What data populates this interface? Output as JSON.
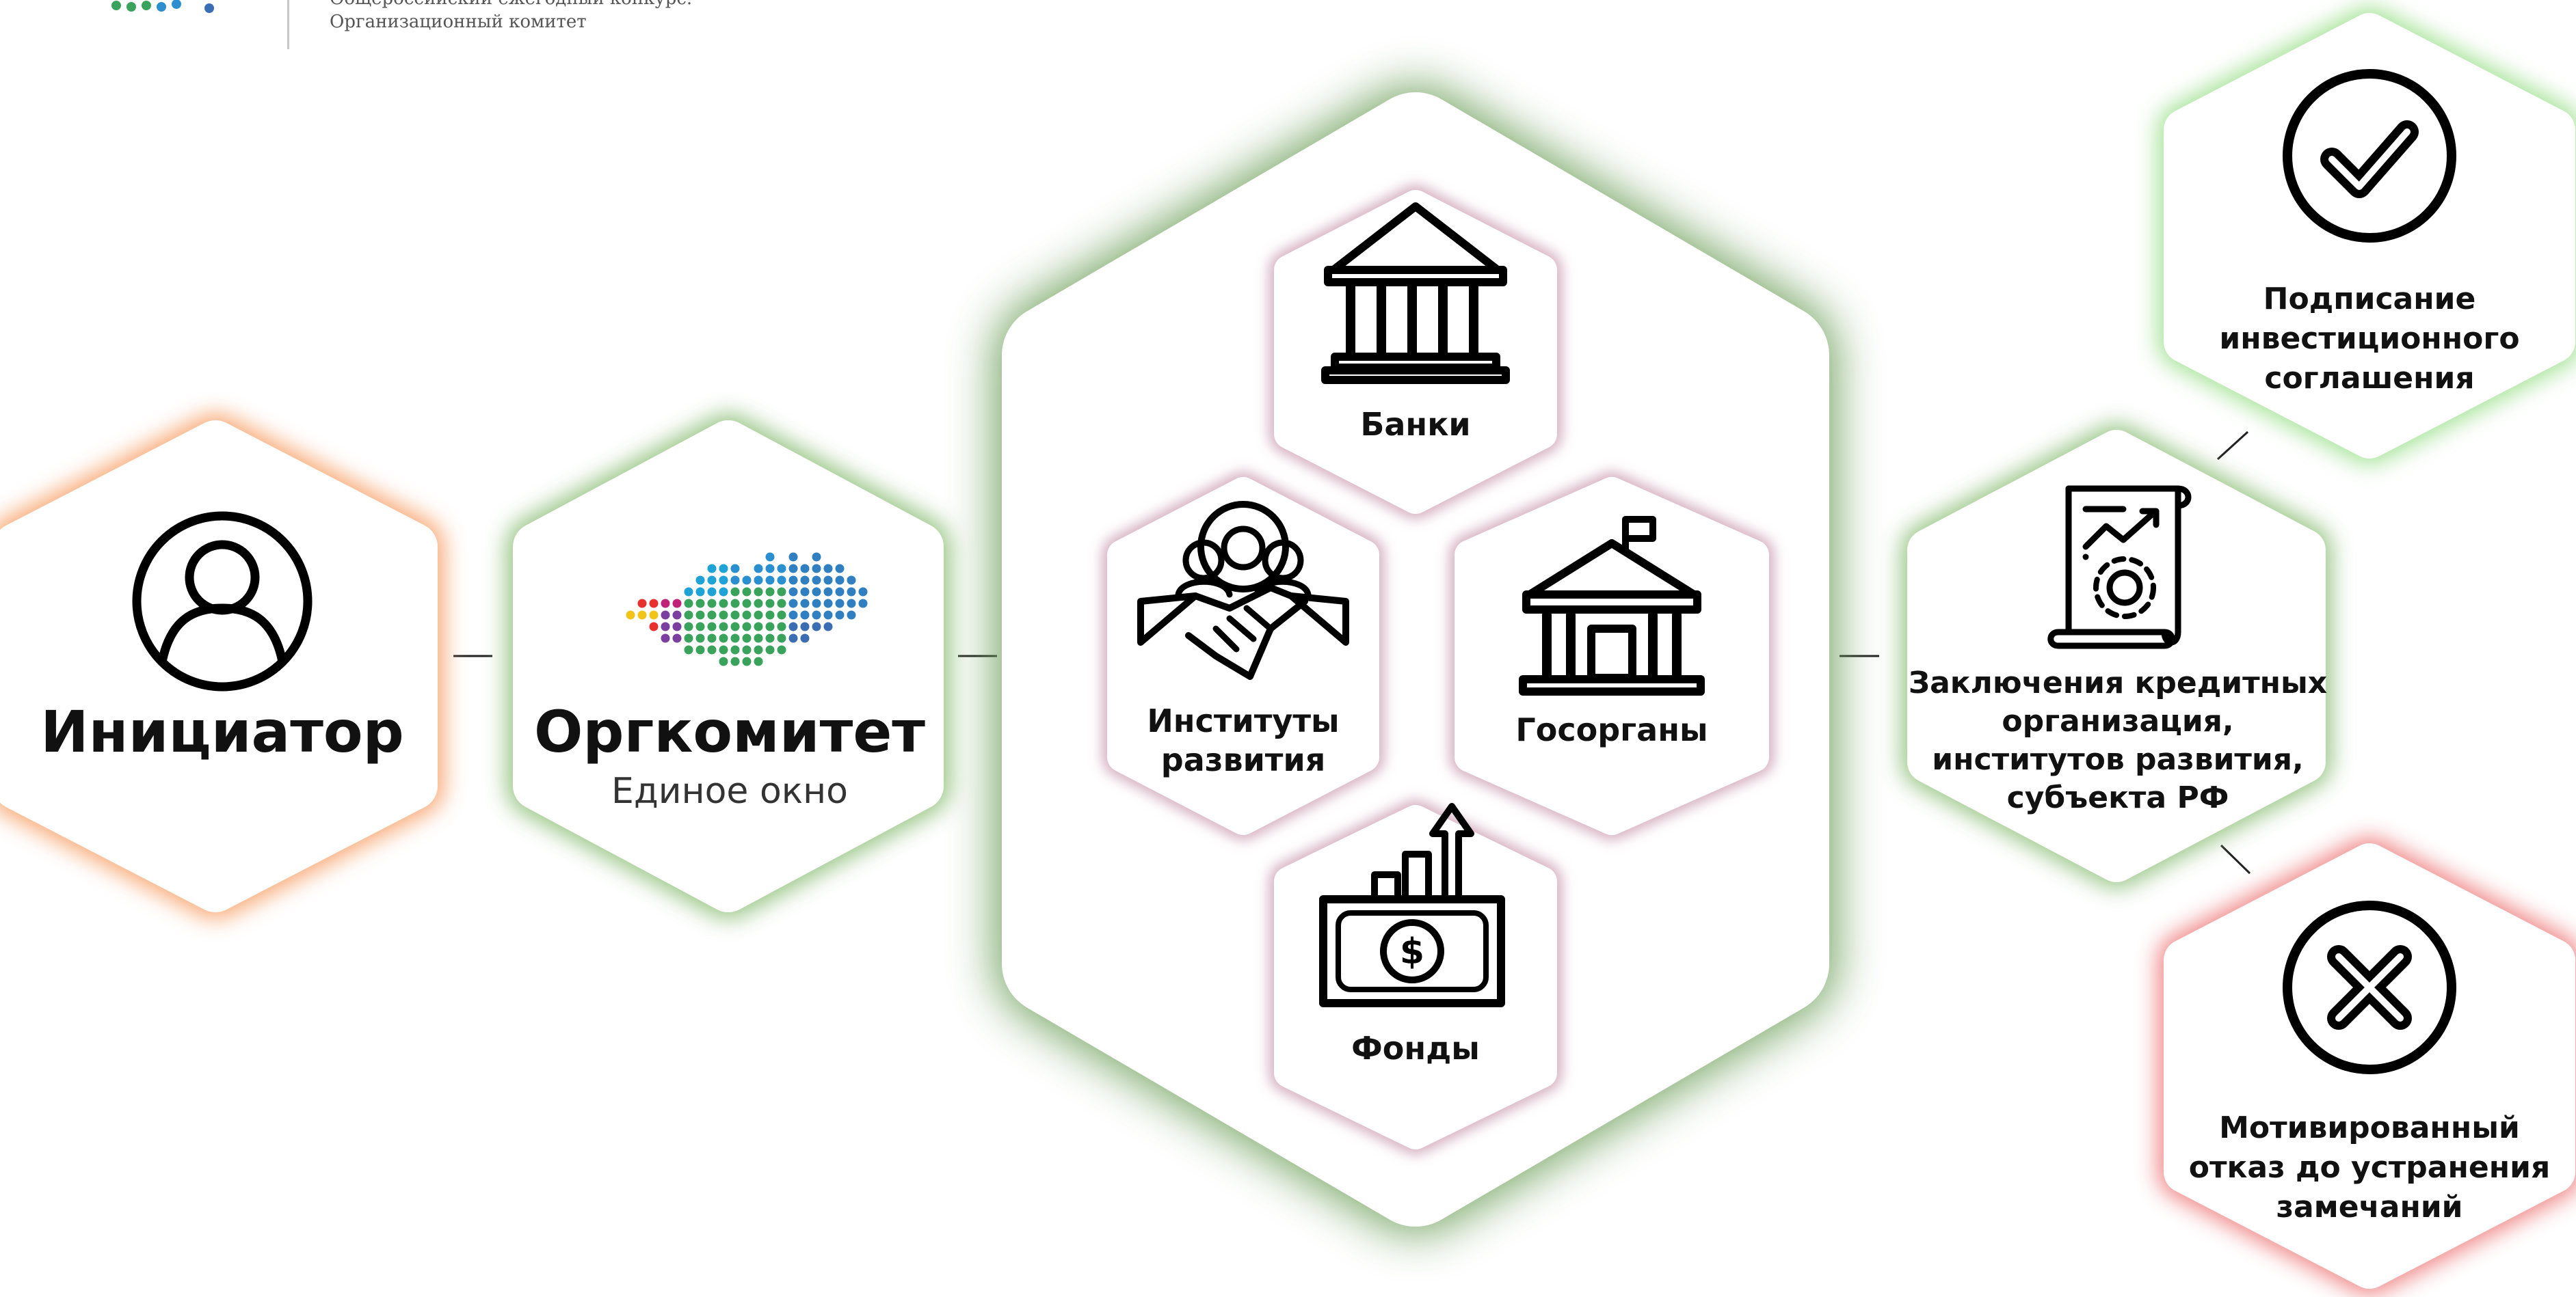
{
  "header": {
    "line1": "Общероссийский ежегодный конкурс.",
    "line2": "Организационный комитет"
  },
  "initiator": {
    "label": "Инициатор",
    "icon": "user-icon",
    "glow": "#f7a26a"
  },
  "orgcommittee": {
    "title": "Оргкомитет",
    "subtitle": "Единое окно",
    "icon": "russia-map-logo",
    "glow": "#8fc07a"
  },
  "review": {
    "glow": "#6d9f5a",
    "inner_glow": "#d7b3c3",
    "banks": {
      "label": "Банки",
      "icon": "bank-icon"
    },
    "institutes": {
      "line1": "Институты",
      "line2": "развития",
      "icon": "handshake-icon"
    },
    "gov": {
      "label": "Госорганы",
      "icon": "government-building-icon"
    },
    "funds": {
      "label": "Фонды",
      "icon": "money-growth-icon"
    }
  },
  "conclusions": {
    "line1": "Заключения кредитных",
    "line2": "организация,",
    "line3": "институтов развития,",
    "line4": "субъекта РФ",
    "icon": "document-chart-gear-icon",
    "glow": "#8fc07a"
  },
  "signing": {
    "line1": "Подписание",
    "line2": "инвестиционного",
    "line3": "соглашения",
    "icon": "check-circle-icon",
    "glow": "#9ee08f"
  },
  "refusal": {
    "line1": "Мотивированный",
    "line2": "отказ до устранения",
    "line3": "замечаний",
    "icon": "x-circle-icon",
    "glow": "#ee7b7b"
  }
}
